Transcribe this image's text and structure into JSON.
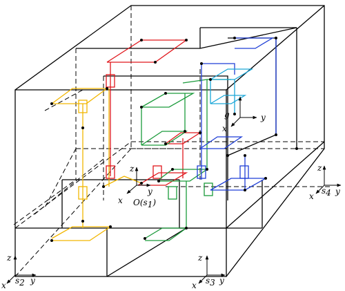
{
  "labels": {
    "g": "g",
    "x": "x",
    "y": "y",
    "z": "z",
    "origin": "O",
    "s1_open": "(s",
    "s1_sub": "1",
    "s1_close": ")",
    "s": "s",
    "s2_sub": "2",
    "s3_sub": "3",
    "s4_sub": "4"
  },
  "colors": {
    "frame": "#000000",
    "red": "#e0161b",
    "yellow": "#f2b600",
    "green": "#1a9a3a",
    "blue": "#1f3fd6",
    "cyan": "#1aa6d8"
  }
}
